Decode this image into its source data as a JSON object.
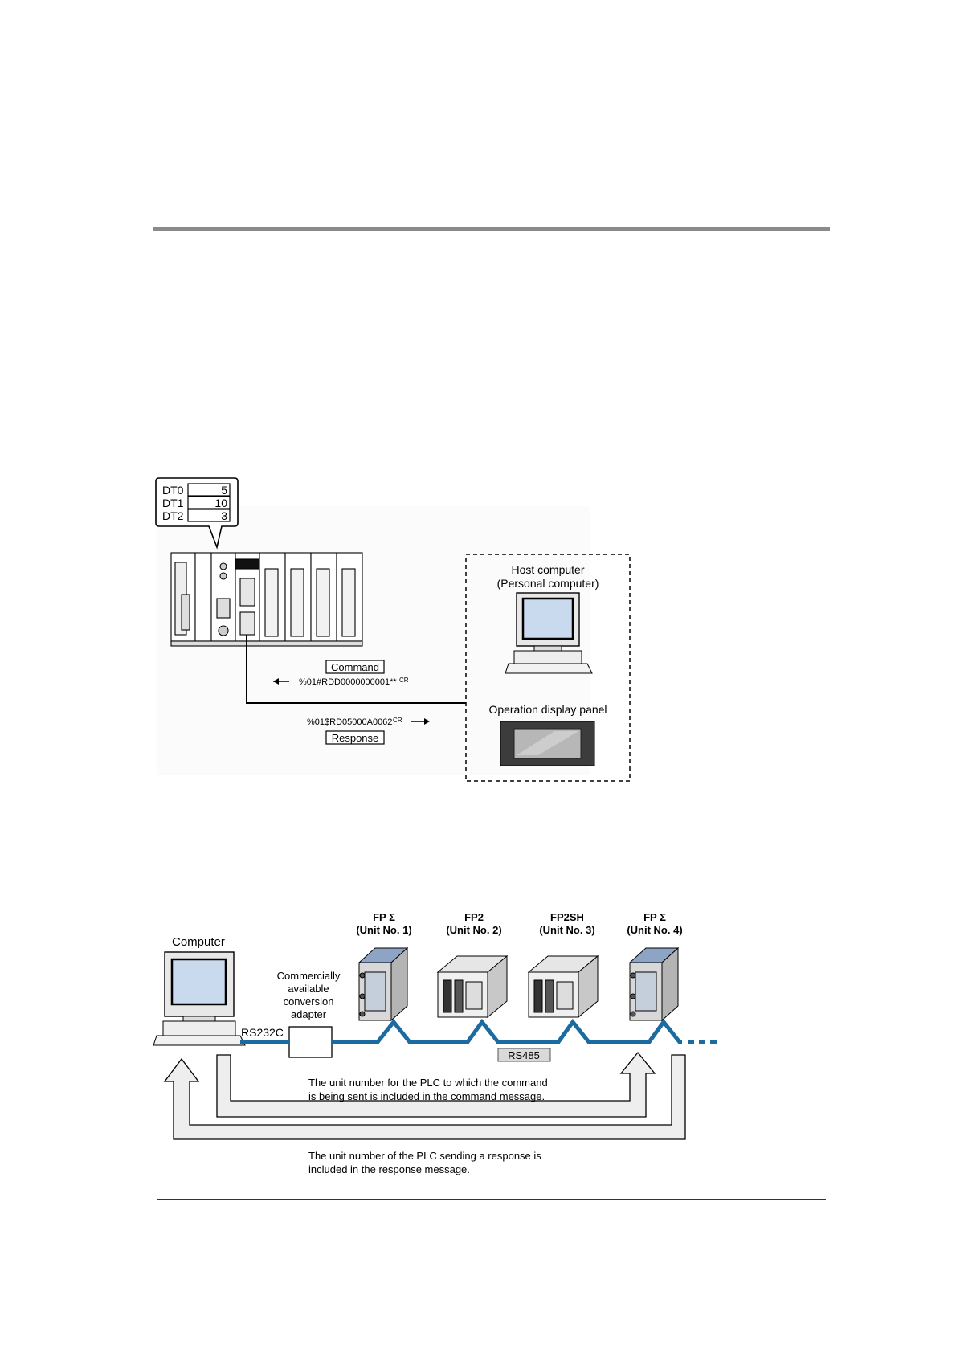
{
  "figure1": {
    "registers": [
      {
        "name": "DT0",
        "value": "5"
      },
      {
        "name": "DT1",
        "value": "10"
      },
      {
        "name": "DT2",
        "value": "3"
      }
    ],
    "host_line1": "Host computer",
    "host_line2": "(Personal computer)",
    "panel_label": "Operation display panel",
    "command_label": "Command",
    "command_text": "%01#RDD0000000001**",
    "cr_mark": "CR",
    "response_label": "Response",
    "response_text": "%01$RD05000A0062"
  },
  "figure2": {
    "computer_label": "Computer",
    "adapter_lines": [
      "Commercially",
      "available",
      "conversion",
      "adapter"
    ],
    "rs232c": "RS232C",
    "rs485": "RS485",
    "units": [
      {
        "model": "FP Σ",
        "unit": "(Unit No. 1)"
      },
      {
        "model": "FP2",
        "unit": "(Unit No. 2)"
      },
      {
        "model": "FP2SH",
        "unit": "(Unit No. 3)"
      },
      {
        "model": "FP Σ",
        "unit": "(Unit No. 4)"
      }
    ],
    "command_note": [
      "The unit number for the PLC to which the command",
      "is being sent is included in the command message."
    ],
    "response_note": [
      "The unit number of the PLC sending a response is",
      "included in the response message."
    ]
  },
  "colors": {
    "bus": "#1b6aa0",
    "screen": "#c9d9ee",
    "arrow_fill": "#eeeeee"
  }
}
